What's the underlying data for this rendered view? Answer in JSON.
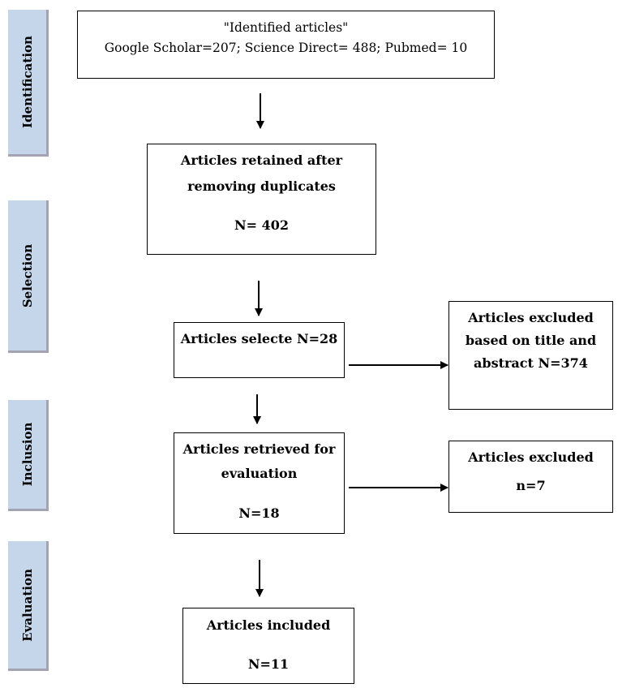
{
  "stages": [
    {
      "id": "identification",
      "label": "Identification"
    },
    {
      "id": "selection",
      "label": "Selection"
    },
    {
      "id": "inclusion",
      "label": "Inclusion"
    },
    {
      "id": "evaluation",
      "label": "Evaluation"
    }
  ],
  "boxes": {
    "identified": {
      "title": "\"Identified articles\"",
      "detail": "Google Scholar=207; Science Direct= 488; Pubmed= 10"
    },
    "retained": {
      "line1": "Articles retained after",
      "line2": "removing duplicates",
      "count": "N= 402"
    },
    "selected": {
      "line1": "Articles selecte N=28"
    },
    "excluded_title": {
      "line1": "Articles excluded",
      "line2": "based on title and",
      "line3": "abstract N=374"
    },
    "retrieved": {
      "line1": "Articles retrieved for",
      "line2": "evaluation",
      "count": "N=18"
    },
    "excluded": {
      "line1": "Articles excluded",
      "line2": "n=7"
    },
    "included": {
      "line1": "Articles included",
      "count": "N=11"
    }
  }
}
